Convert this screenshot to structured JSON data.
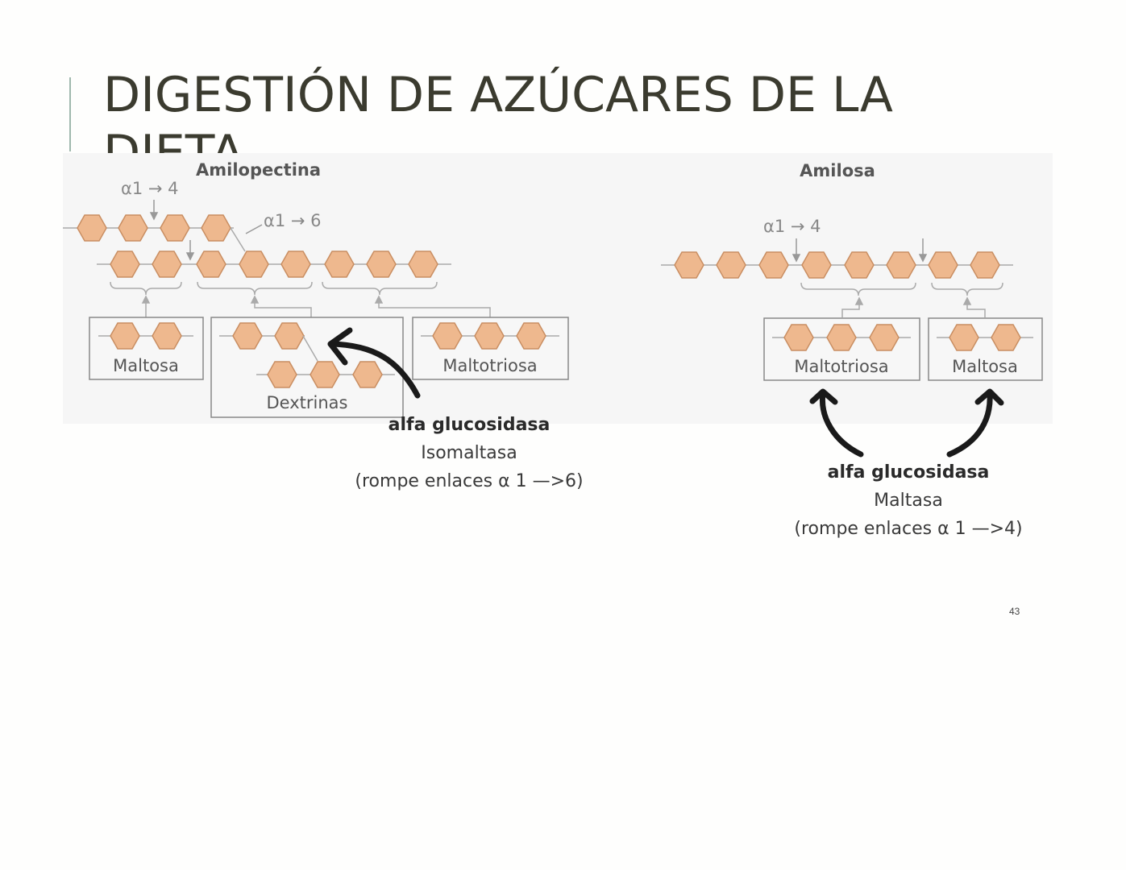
{
  "slide": {
    "title": "DIGESTIÓN DE AZÚCARES DE LA DIETA",
    "page_number": "43"
  },
  "diagram": {
    "left_panel": {
      "title": "Amilopectina",
      "bond_label_1_4": "α1 → 4",
      "bond_label_1_6": "α1 → 6",
      "products": [
        "Maltosa",
        "Dextrinas",
        "Maltotriosa"
      ]
    },
    "right_panel": {
      "title": "Amilosa",
      "bond_label_1_4": "α1 → 4",
      "products": [
        "Maltotriosa",
        "Maltosa"
      ]
    },
    "colors": {
      "glucose_fill": "#eeb88e",
      "glucose_stroke": "#c98e62",
      "arrow": "#1a1a1a"
    }
  },
  "captions": {
    "left": {
      "enzyme": "alfa glucosidasa",
      "name": "Isomaltasa",
      "detail": "(rompe enlaces α 1 —>6)"
    },
    "right": {
      "enzyme": "alfa glucosidasa",
      "name": "Maltasa",
      "detail": "(rompe enlaces α 1 —>4)"
    }
  }
}
